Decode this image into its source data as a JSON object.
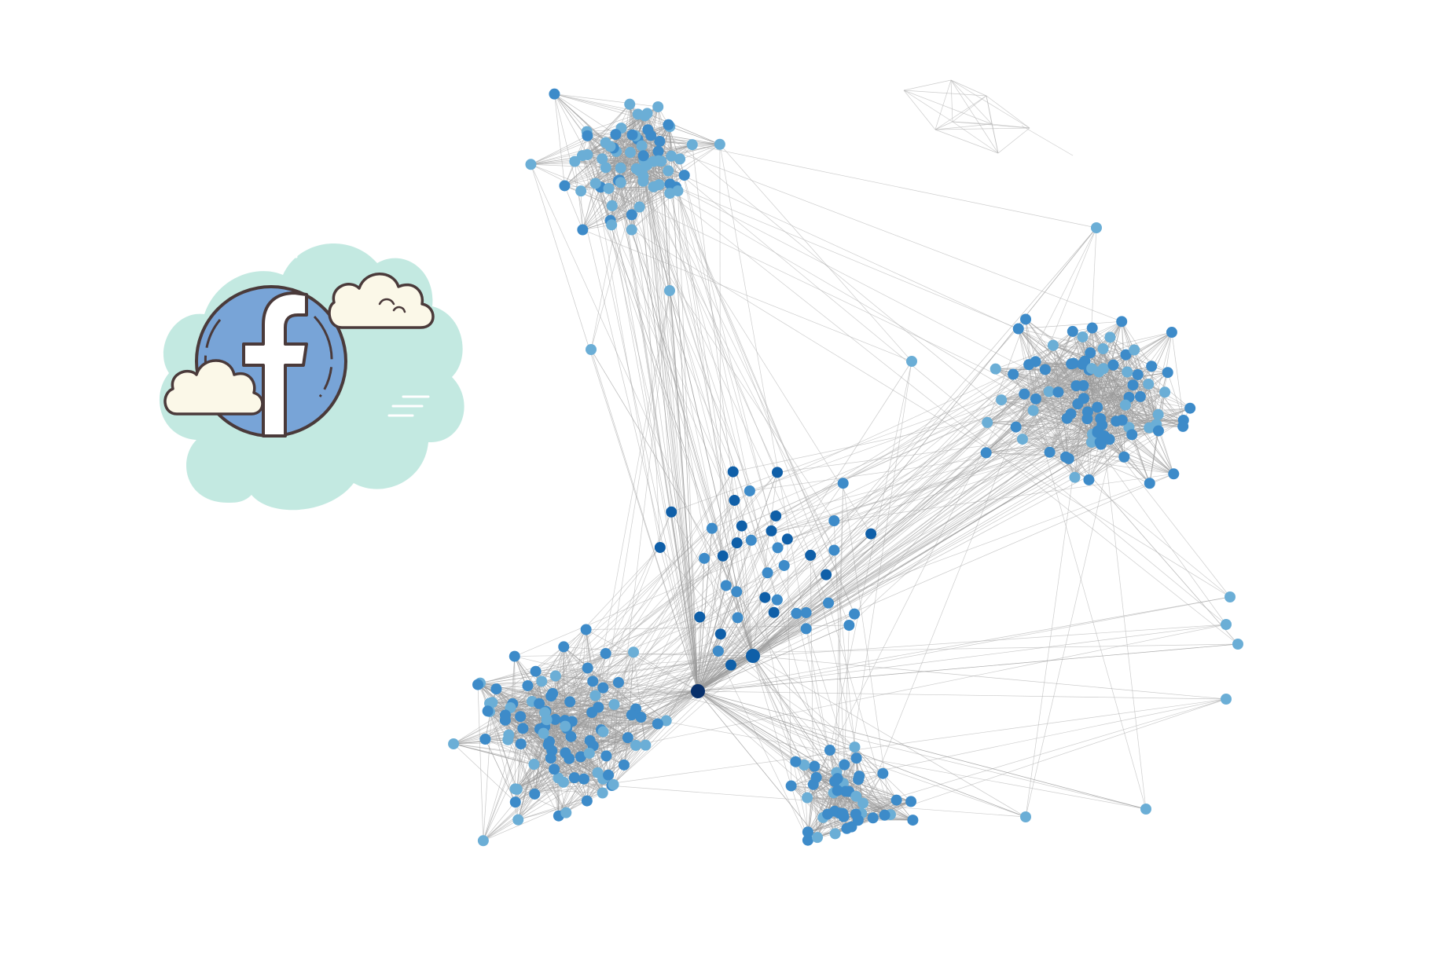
{
  "logo": {
    "name": "facebook-cloud-logo",
    "glyph": "f",
    "colors": {
      "cloud": "#c3e9e1",
      "circle": "#78a4d7",
      "outline": "#4a3a3a",
      "small_cloud": "#fbf8e8",
      "glyph": "#ffffff"
    }
  },
  "graph": {
    "colors": {
      "node_light": "#6baed6",
      "node_mid": "#3d8bc9",
      "node_dark": "#0f5fa8",
      "node_darkest": "#08306b",
      "edge": "#9a9a9a"
    },
    "clusters": [
      {
        "name": "top-cluster",
        "center": "top"
      },
      {
        "name": "right-cluster",
        "center": "right"
      },
      {
        "name": "bottom-left-cluster",
        "center": "bottom-left"
      },
      {
        "name": "bottom-middle-cluster",
        "center": "bottom-middle"
      }
    ],
    "hubs": [
      {
        "name": "central-hub",
        "tone": "node_darkest"
      },
      {
        "name": "secondary-hub",
        "tone": "node_dark"
      }
    ]
  }
}
